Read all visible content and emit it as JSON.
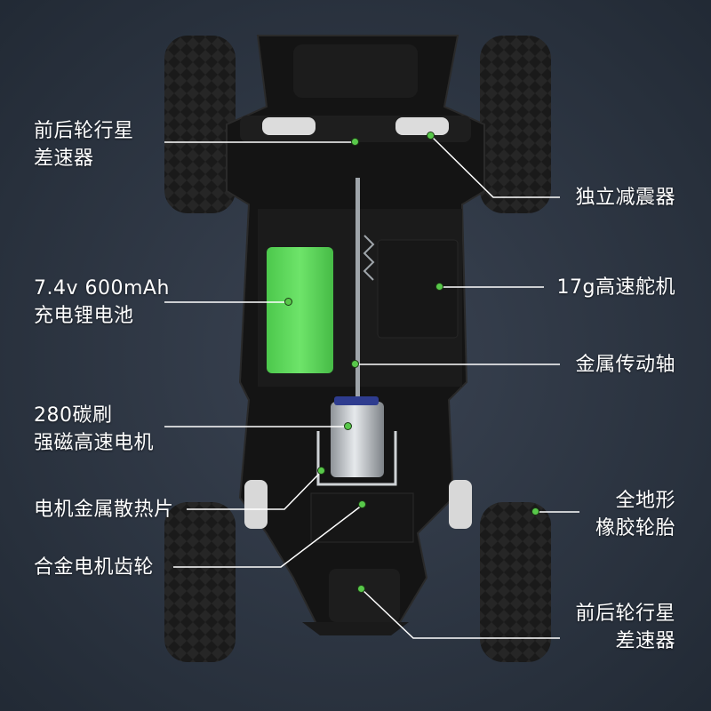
{
  "colors": {
    "background": "#2b3340",
    "chassis": "#151515",
    "battery": "#5cd85c",
    "accent_dot": "#58c84a",
    "motor_gear": "#e7b40c",
    "label_text": "#ffffff"
  },
  "labels": {
    "front_differential": [
      "前后轮行星",
      "差速器"
    ],
    "shock_absorber": "独立减震器",
    "battery": [
      "7.4v 600mAh",
      "充电锂电池"
    ],
    "servo": "17g高速舵机",
    "drive_shaft": "金属传动轴",
    "motor": [
      "280碳刷",
      "强磁高速电机"
    ],
    "heatsink": "电机金属散热片",
    "all_terrain_tire": [
      "全地形",
      "橡胶轮胎"
    ],
    "motor_gear": "合金电机齿轮",
    "rear_differential": [
      "前后轮行星",
      "差速器"
    ]
  }
}
